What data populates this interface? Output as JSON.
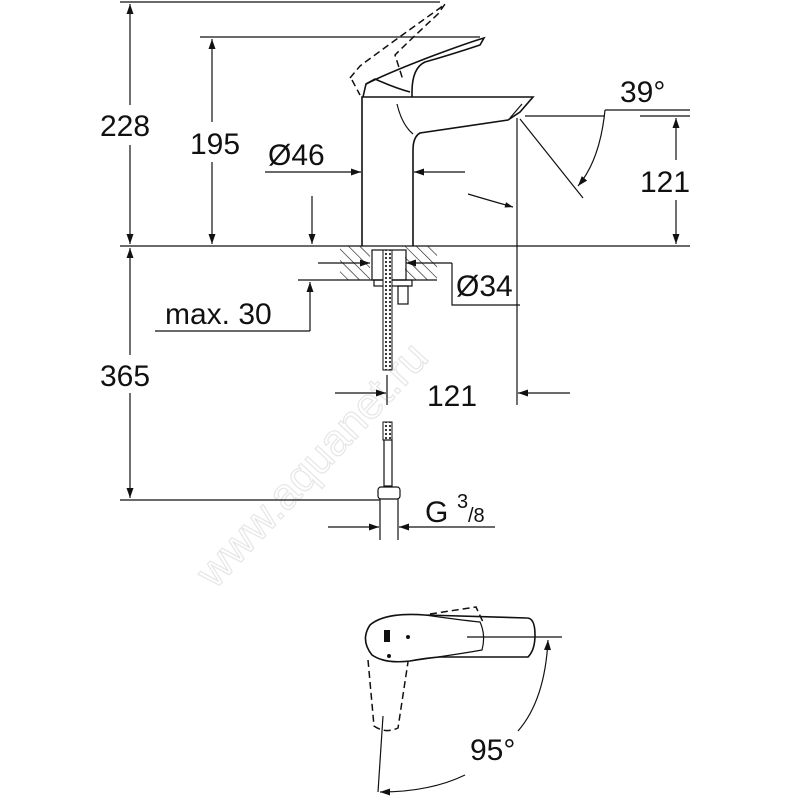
{
  "drawing": {
    "watermark": "www.aquanet.ru",
    "dimensions": {
      "total_height": "228",
      "spout_height": "195",
      "body_diameter": "Ø46",
      "spout_angle": "39°",
      "spout_outlet_height": "121",
      "hole_diameter": "Ø34",
      "max_deck_thickness": "max. 30",
      "hose_length": "365",
      "spout_reach": "121",
      "connection_thread_letter": "G",
      "connection_thread_num": "3",
      "connection_thread_den": "/8",
      "lever_rotation": "95°"
    }
  }
}
